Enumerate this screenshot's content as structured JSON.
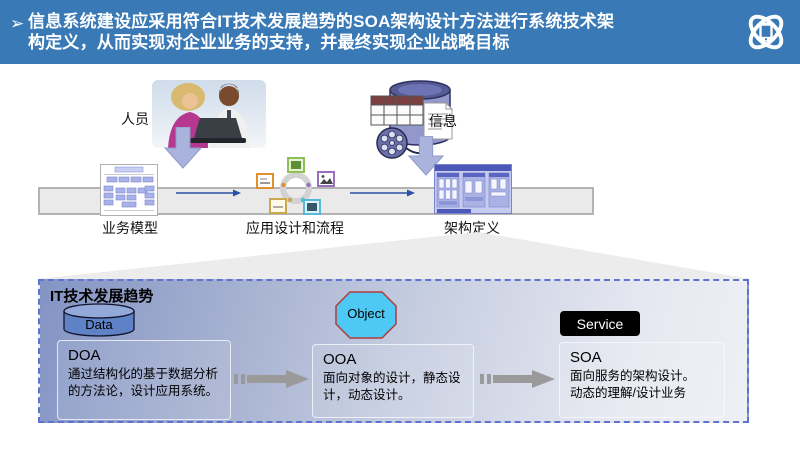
{
  "header": {
    "bullet": "➢",
    "title_line1": "信息系统建设应采用符合IT技术发展趋势的SOA架构设计方法进行系统技术架",
    "title_line2": "构定义，从而实现对企业业务的支持，并最终实现企业战略目标",
    "logo_icon": "atom-logo",
    "bg_color": "#3879B6"
  },
  "middle": {
    "people_label": "人员",
    "people_image": "people-at-laptop-photo",
    "info_label": "信息",
    "info_image": "database-media-icon",
    "down_arrow_icon": "block-down-arrow",
    "down_arrow_color": "#A9B3DC"
  },
  "process_bar": {
    "band_color": "#EAEAEA",
    "arrow_icon": "thin-right-arrow",
    "arrow_color": "#2B50A8",
    "steps": [
      {
        "label": "业务模型",
        "icon": "business-model-diagram-icon"
      },
      {
        "label": "应用设计和流程",
        "icon": "app-design-cycle-icon"
      },
      {
        "label": "架构定义",
        "icon": "architecture-definition-icon"
      }
    ]
  },
  "trends_panel": {
    "title": "IT技术发展趋势",
    "border_color": "#6072D0",
    "arrow_icon": "striped-right-arrow",
    "arrow_color": "#9A9A9A",
    "items": [
      {
        "shape": "blue-cylinder",
        "shape_label": "Data",
        "heading": "DOA",
        "body": "通过结构化的基于数据分析的方法论，设计应用系统。"
      },
      {
        "shape": "cyan-octagon",
        "shape_label": "Object",
        "shape_fill": "#4EC9F5",
        "shape_border": "#B23A3A",
        "heading": "OOA",
        "body": "面向对象的设计，静态设计，动态设计。"
      },
      {
        "shape": "black-rounded-rect",
        "shape_label": "Service",
        "shape_fill": "#000000",
        "heading": "SOA",
        "body": "面向服务的架构设计。\n动态的理解/设计业务"
      }
    ]
  }
}
